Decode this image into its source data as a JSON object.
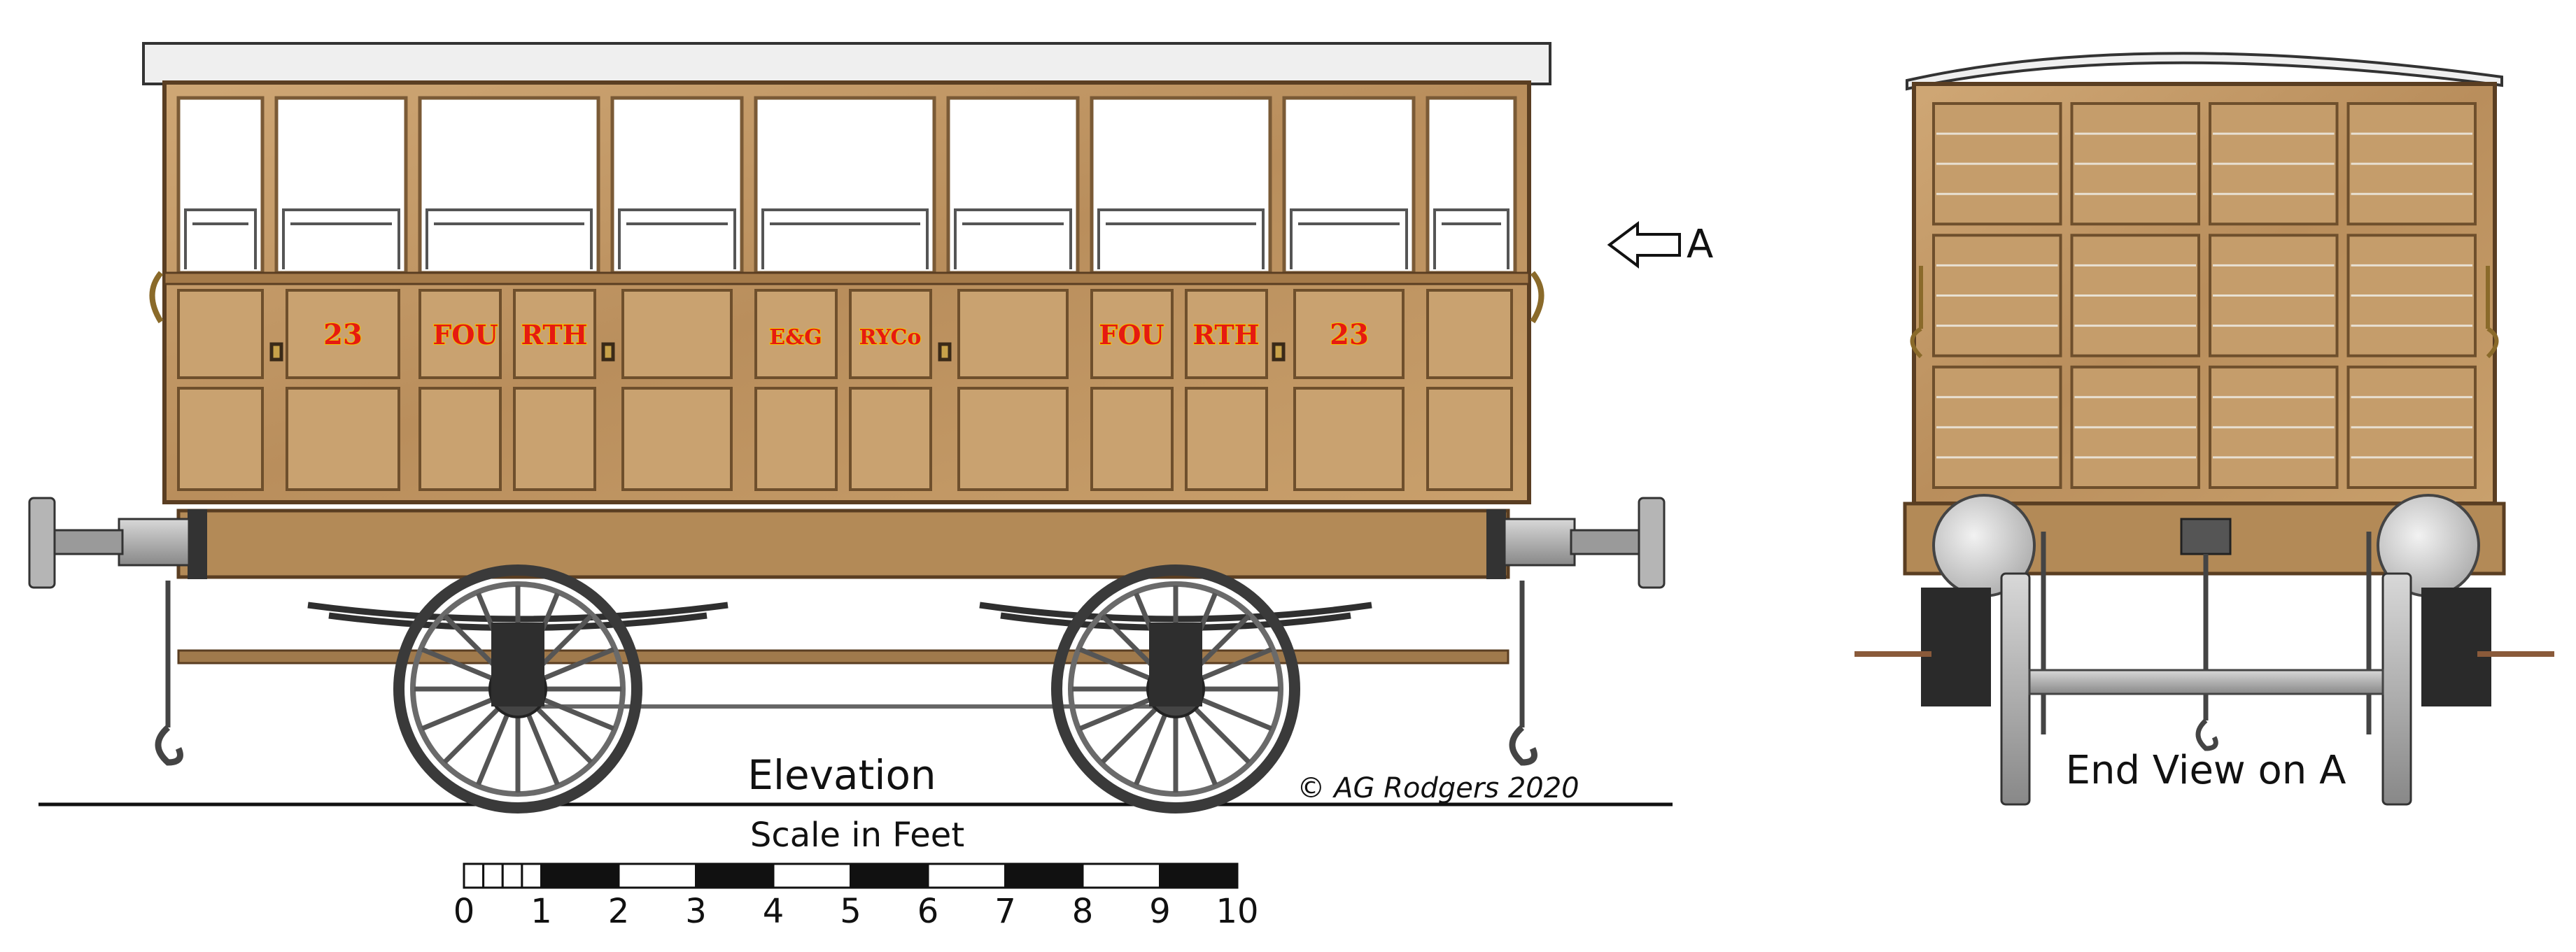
{
  "elevation": {
    "title": "Elevation",
    "arrow_label": "A",
    "copyright": "© AG Rodgers 2020",
    "panels": {
      "left_number": "23",
      "class_left_a": "FOU",
      "class_left_b": "RTH",
      "company_a": "E&G",
      "company_b": "RYCo",
      "class_right_a": "FOU",
      "class_right_b": "RTH",
      "right_number": "23"
    }
  },
  "end_view": {
    "title": "End View on A"
  },
  "scale": {
    "title": "Scale in Feet",
    "ticks": [
      "0",
      "1",
      "2",
      "3",
      "4",
      "5",
      "6",
      "7",
      "8",
      "9",
      "10"
    ]
  },
  "colors": {
    "wood": "#c49a68",
    "wood_dark": "#8a6236",
    "frame": "#5a3e22",
    "metal": "#4a4a4a",
    "roof": "#eeeeee",
    "panel_text": "#e51a12",
    "panel_stroke": "#f2c400"
  }
}
